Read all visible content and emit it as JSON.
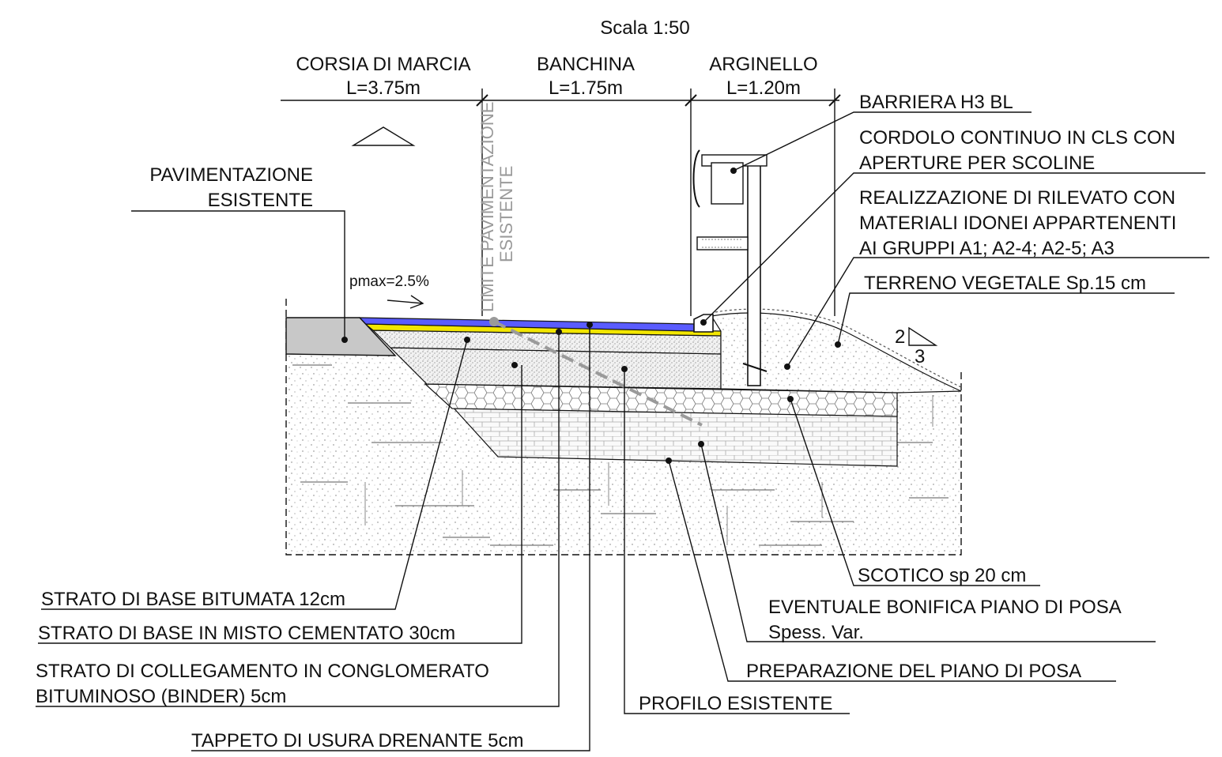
{
  "scale": "Scala 1:50",
  "dimensions": [
    {
      "name": "CORSIA DI MARCIA",
      "length": "L=3.75m"
    },
    {
      "name": "BANCHINA",
      "length": "L=1.75m"
    },
    {
      "name": "ARGINELLO",
      "length": "L=1.20m"
    }
  ],
  "existing_limit": {
    "line1": "LIMITE PAVIMENTAZIONE",
    "line2": "ESISTENTE"
  },
  "slope": "pmax=2.5%",
  "embankment_slope": {
    "top": "2",
    "bottom": "3"
  },
  "labels_left": {
    "existing_paving": {
      "line1": "PAVIMENTAZIONE",
      "line2": "ESISTENTE"
    },
    "base_bitumen": "STRATO DI BASE BITUMATA 12cm",
    "cement_base": "STRATO DI BASE IN MISTO CEMENTATO 30cm",
    "binder": {
      "line1": "STRATO DI COLLEGAMENTO IN CONGLOMERATO",
      "line2": "BITUMINOSO (BINDER) 5cm"
    },
    "wearing": "TAPPETO DI USURA DRENANTE 5cm"
  },
  "labels_right": {
    "barrier": "BARRIERA H3 BL",
    "curb": {
      "line1": "CORDOLO CONTINUO IN CLS CON",
      "line2": "APERTURE PER SCOLINE"
    },
    "embankment": {
      "line1": "REALIZZAZIONE DI RILEVATO CON",
      "line2": "MATERIALI IDONEI APPARTENENTI",
      "line3": "AI GRUPPI A1; A2-4; A2-5; A3"
    },
    "topsoil": "TERRENO VEGETALE Sp.15 cm",
    "stripping": "SCOTICO sp 20 cm",
    "remediation": {
      "line1": "EVENTUALE BONIFICA PIANO DI POSA",
      "line2": "Spess. Var."
    },
    "preparation": "PREPARAZIONE DEL PIANO DI POSA",
    "existing_profile": "PROFILO ESISTENTE"
  },
  "colors": {
    "wearing_course": "#5a5cff",
    "binder_course": "#f2e600",
    "existing_paving": "#c8c8c8",
    "limit_line": "#9a9a9a"
  }
}
